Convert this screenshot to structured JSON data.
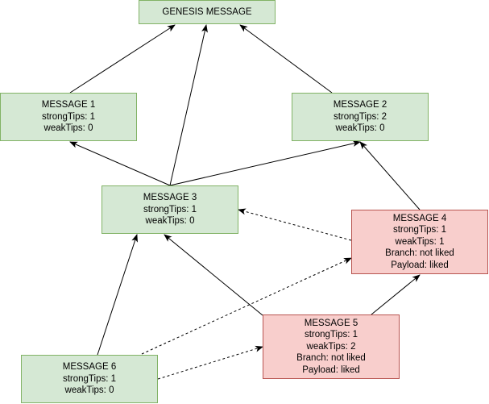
{
  "colors": {
    "confirmed_fill": "#d5e8d4",
    "confirmed_stroke": "#82b366",
    "disliked_fill": "#f8cecc",
    "disliked_stroke": "#b85450",
    "edge": "#000000"
  },
  "nodes": {
    "genesis": {
      "title": "GENESIS MESSAGE"
    },
    "m1": {
      "title": "MESSAGE 1",
      "strong": "strongTips: 1",
      "weak": "weakTips: 0"
    },
    "m2": {
      "title": "MESSAGE 2",
      "strong": "strongTips: 2",
      "weak": "weakTips: 0"
    },
    "m3": {
      "title": "MESSAGE 3",
      "strong": "strongTips: 1",
      "weak": "weakTips: 0"
    },
    "m4": {
      "title": "MESSAGE 4",
      "strong": "strongTips: 1",
      "weak": "weakTips: 1",
      "branch": "Branch: not liked",
      "payload": "Payload: liked"
    },
    "m5": {
      "title": "MESSAGE 5",
      "strong": "strongTips: 1",
      "weak": "weakTips: 2",
      "branch": "Branch: not liked",
      "payload": "Payload: liked"
    },
    "m6": {
      "title": "MESSAGE 6",
      "strong": "strongTips: 1",
      "weak": "weakTips: 0"
    }
  },
  "edges": [
    {
      "from": "m1",
      "to": "genesis",
      "style": "solid"
    },
    {
      "from": "m2",
      "to": "genesis",
      "style": "solid"
    },
    {
      "from": "m3",
      "to": "genesis",
      "style": "solid"
    },
    {
      "from": "m3",
      "to": "m1",
      "style": "solid"
    },
    {
      "from": "m3",
      "to": "m2",
      "style": "solid"
    },
    {
      "from": "m4",
      "to": "m2",
      "style": "solid"
    },
    {
      "from": "m4",
      "to": "m3",
      "style": "dashed"
    },
    {
      "from": "m5",
      "to": "m3",
      "style": "solid"
    },
    {
      "from": "m5",
      "to": "m4",
      "style": "solid"
    },
    {
      "from": "m6",
      "to": "m3",
      "style": "solid"
    },
    {
      "from": "m6",
      "to": "m4",
      "style": "dashed"
    },
    {
      "from": "m6",
      "to": "m5",
      "style": "dashed"
    }
  ]
}
